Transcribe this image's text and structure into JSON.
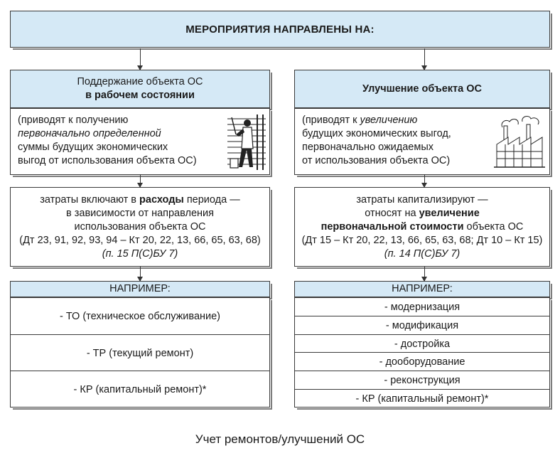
{
  "header": {
    "title": "МЕРОПРИЯТИЯ НАПРАВЛЕНЫ НА:"
  },
  "left": {
    "title_line1": "Поддержание объекта ОС",
    "title_line2": "в рабочем состоянии",
    "desc": {
      "l1": "(приводят к получению",
      "l2": "первоначально определенной",
      "l3": "суммы будущих экономических",
      "l4": "выгод от использования объекта ОС)"
    },
    "cost": {
      "l1_pre": "затраты включают в ",
      "l1_bold": "расходы",
      "l1_post": " периода —",
      "l2": "в зависимости от направления",
      "l3": "использования объекта ОС",
      "l4": "(Дт 23, 91, 92, 93, 94 – Кт 20, 22, 13, 66, 65, 63, 68)",
      "l5": "(п. 15 П(С)БУ 7)"
    },
    "example_header": "НАПРИМЕР:",
    "examples": [
      "- ТО (техническое обслуживание)",
      "- ТР (текущий ремонт)",
      "- КР (капитальный ремонт)*"
    ]
  },
  "right": {
    "title": "Улучшение объекта ОС",
    "desc": {
      "l1_pre": "(приводят к ",
      "l1_italic": "увеличению",
      "l2": "будущих экономических выгод,",
      "l3": "первоначально ожидаемых",
      "l4": "от использования объекта ОС)"
    },
    "cost": {
      "l1": "затраты капитализируют —",
      "l2_pre": "относят на ",
      "l2_bold": "увеличение",
      "l3_bold": "первоначальной стоимости",
      "l3_post": " объекта ОС",
      "l4": "(Дт 15 – Кт 20, 22, 13, 66, 65, 63, 68; Дт 10 – Кт 15)",
      "l5": "(п. 14 П(С)БУ 7)"
    },
    "example_header": "НАПРИМЕР:",
    "examples": [
      "- модернизация",
      "- модификация",
      "- достройка",
      "- дооборудование",
      "- реконструкция",
      "- КР (капитальный ремонт)*"
    ]
  },
  "caption": "Учет ремонтов/улучшений ОС",
  "icons": {
    "left": "worker-painting-wall-icon",
    "right": "factory-icon"
  },
  "colors": {
    "header_fill": "#d5e9f6",
    "border": "#3a3a3a",
    "shadow": "#7d7d7d"
  }
}
